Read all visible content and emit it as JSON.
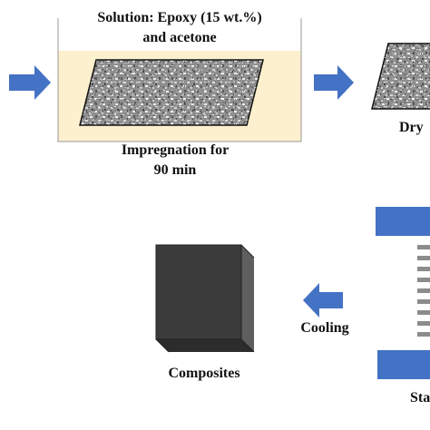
{
  "colors": {
    "arrow": "#4472c4",
    "press_plate": "#4472c4",
    "solution_fill": "#fdf0cf",
    "container_stroke": "#999999",
    "fabric_base": "#8f8f8f",
    "composite_front": "#3b3b3b",
    "composite_side": "#5e5e5e",
    "composite_bottom": "#2c2c2c",
    "layer_stack": "#8c8c8c"
  },
  "steps": {
    "solution_label": "Solution: Epoxy (15 wt.%)\nand acetone",
    "impregnation_label": "Impregnation for\n90 min",
    "drying_label": "Dry",
    "stacking_label": "Sta",
    "cooling_label": "Cooling",
    "composites_label": "Composites"
  },
  "icons": {
    "arrow_right": "right-arrow-icon",
    "arrow_left": "left-arrow-icon"
  }
}
